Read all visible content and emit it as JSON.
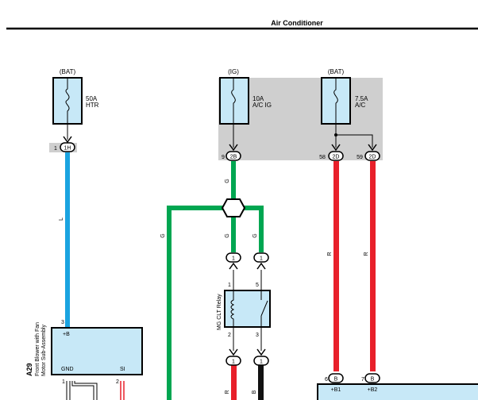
{
  "header": {
    "title": "Air Conditioner"
  },
  "colors": {
    "wire_blue": "#1aa3e0",
    "wire_green": "#00a651",
    "wire_red": "#e8202a",
    "wire_black": "#111111",
    "box_fill": "#c7e8f7",
    "relay_box_fill": "#cfcfcf"
  },
  "fuses": [
    {
      "source": "(BAT)",
      "rating": "50A",
      "name": "HTR"
    },
    {
      "source": "(IG)",
      "rating": "10A",
      "name": "A/C IG"
    },
    {
      "source": "(BAT)",
      "rating": "7.5A",
      "name": "A/C"
    }
  ],
  "connectors": {
    "c_1h": {
      "pin": "1",
      "id": "1H"
    },
    "c_2b": {
      "pin": "9",
      "id": "2B"
    },
    "c_2d_58": {
      "pin": "58",
      "id": "2D"
    },
    "c_2d_59": {
      "pin": "59",
      "id": "2D"
    },
    "c_relay_in1": {
      "id": "1"
    },
    "c_relay_in2": {
      "id": "1"
    },
    "c_relay_out1": {
      "id": "1"
    },
    "c_relay_out2": {
      "id": "1"
    },
    "c_b_6": {
      "pin": "6",
      "id": "B"
    },
    "c_b_7": {
      "pin": "7",
      "id": "B"
    }
  },
  "wire_labels": {
    "blue": "L",
    "green_main": "G",
    "green_left": "G",
    "green_r1": "G",
    "green_r2": "G",
    "red1": "R",
    "red2": "R",
    "relay_out_red": "R",
    "relay_out_black": "B"
  },
  "relay": {
    "name": "MG CLT Relay",
    "pin1": "1",
    "pin5": "5",
    "pin2": "2",
    "pin3": "3"
  },
  "blower": {
    "id": "A29",
    "name_line1": "Front Blower with Fan",
    "name_line2": "Motor Sub-Assembly",
    "pin_top": "3",
    "term_b": "+B",
    "term_gnd": "GND",
    "term_si": "SI",
    "pin_bottom_left": "1",
    "pin_bottom_right": "2"
  },
  "lower_unit": {
    "term_b1": "+B1",
    "term_b2": "+B2"
  }
}
